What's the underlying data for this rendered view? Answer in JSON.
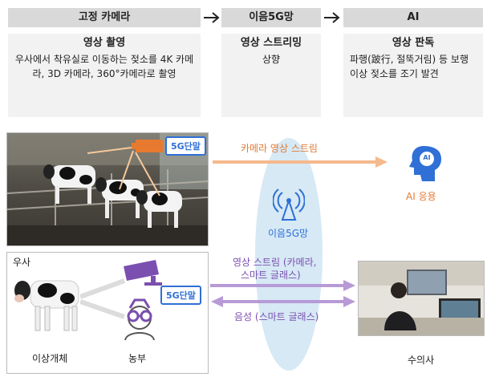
{
  "flow": {
    "steps": [
      {
        "header": "고정 카메라",
        "title": "영상 촬영",
        "desc": "우사에서 착유실로 이동하는 젖소를 4K 카메라, 3D 카메라, 360°카메라로 촬영"
      },
      {
        "header": "이음5G망",
        "title": "영상 스트리밍",
        "desc": "상향"
      },
      {
        "header": "AI",
        "title": "영상 판독",
        "desc": "파행(跛行, 절뚝거림) 등 보행 이상 젖소를 조기 발견"
      }
    ]
  },
  "diagram": {
    "badge_top": "5G단말",
    "badge_bottom": "5G단말",
    "camera_stream_label": "카메라 영상 스트림",
    "network_label": "이음5G망",
    "ai_label": "AI 응용",
    "ai_icon_text": "AI",
    "barn_label": "우사",
    "cow_label": "이상개체",
    "farmer_label": "농부",
    "video_stream_label_1": "영상 스트림 (카메라,",
    "video_stream_label_2": "스마트 글래스)",
    "voice_label": "음성 (스마트 글래스)",
    "vet_label": "수의사"
  },
  "colors": {
    "orange": "#f0a06a",
    "orange_text": "#e07b35",
    "purple": "#7b4fb0",
    "purple_arrow": "#b79ad6",
    "blue": "#2f6fd6",
    "ellipse": "#d6e9f5"
  }
}
